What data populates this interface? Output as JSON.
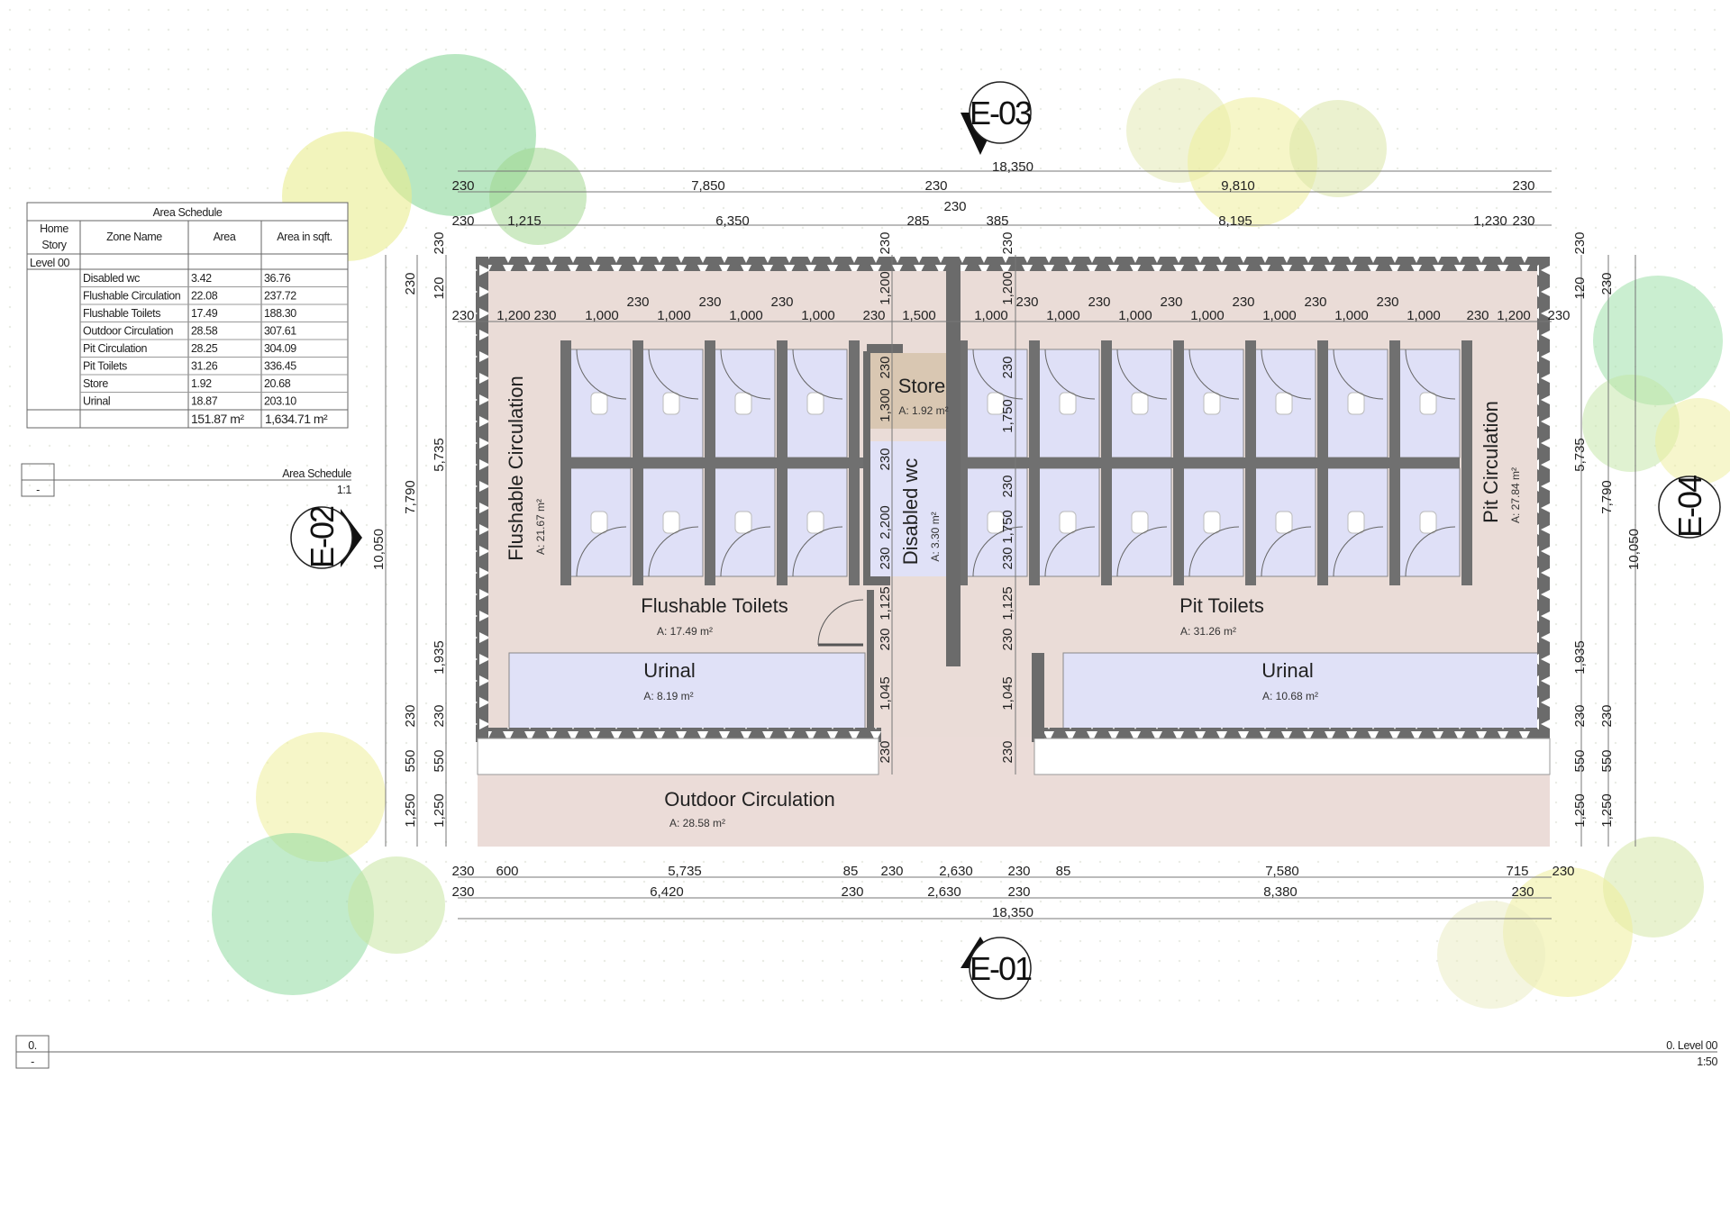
{
  "area_schedule": {
    "title": "Area Schedule",
    "headers": [
      "Home Story",
      "Zone Name",
      "Area",
      "Area in sqft."
    ],
    "level": "Level 00",
    "rows": [
      {
        "zone": "Disabled wc",
        "area": "3.42",
        "sqft": "36.76"
      },
      {
        "zone": "Flushable Circulation",
        "area": "22.08",
        "sqft": "237.72"
      },
      {
        "zone": "Flushable Toilets",
        "area": "17.49",
        "sqft": "188.30"
      },
      {
        "zone": "Outdoor Circulation",
        "area": "28.58",
        "sqft": "307.61"
      },
      {
        "zone": "Pit Circulation",
        "area": "28.25",
        "sqft": "304.09"
      },
      {
        "zone": "Pit Toilets",
        "area": "31.26",
        "sqft": "336.45"
      },
      {
        "zone": "Store",
        "area": "1.92",
        "sqft": "20.68"
      },
      {
        "zone": "Urinal",
        "area": "18.87",
        "sqft": "203.10"
      }
    ],
    "total_area": "151.87 m²",
    "total_sqft": "1,634.71 m²"
  },
  "schedule_caption": {
    "title": "Area Schedule",
    "scale": "1:1",
    "id": "-"
  },
  "sheet_caption": {
    "number": "0.",
    "id": "-",
    "title": "0. Level 00",
    "scale": "1:50"
  },
  "elevation_marks": {
    "top": "E-03",
    "bottom": "E-01",
    "left": "E-02",
    "right": "E-04"
  },
  "rooms": {
    "flush_circ": {
      "name": "Flushable Circulation",
      "area": "A: 21.67 m²"
    },
    "pit_circ": {
      "name": "Pit Circulation",
      "area": "A: 27.84 m²"
    },
    "store": {
      "name": "Store",
      "area": "A: 1.92 m²"
    },
    "disabled": {
      "name": "Disabled wc",
      "area": "A: 3.30 m²"
    },
    "flush_toilets": {
      "name": "Flushable Toilets",
      "area": "A: 17.49 m²"
    },
    "pit_toilets": {
      "name": "Pit Toilets",
      "area": "A: 31.26 m²"
    },
    "urinal_left": {
      "name": "Urinal",
      "area": "A: 8.19 m²"
    },
    "urinal_right": {
      "name": "Urinal",
      "area": "A: 10.68 m²"
    },
    "outdoor": {
      "name": "Outdoor Circulation",
      "area": "A: 28.58 m²"
    }
  },
  "dimensions": {
    "top_total": "18,350",
    "top_row1": [
      "230",
      "7,850",
      "230",
      "9,810",
      "230"
    ],
    "top_mid": "230",
    "top_row2": [
      "230",
      "1,215",
      "6,350",
      "285",
      "385",
      "8,195",
      "1,230",
      "230"
    ],
    "inner_row": [
      "230",
      "1,200",
      "230",
      "1,000",
      "1,000",
      "1,000",
      "1,000",
      "230",
      "1,500",
      "1,000",
      "1,000",
      "1,000",
      "1,000",
      "1,000",
      "1,000",
      "1,000",
      "230",
      "1,200",
      "230"
    ],
    "inner_walls": [
      "230",
      "230",
      "230",
      "230",
      "230",
      "230",
      "230",
      "230",
      "230"
    ],
    "bottom_row1": [
      "230",
      "600",
      "5,735",
      "85",
      "230",
      "2,630",
      "230",
      "85",
      "7,580",
      "715",
      "230"
    ],
    "bottom_row2": [
      "230",
      "6,420",
      "230",
      "2,630",
      "230",
      "8,380",
      "230"
    ],
    "bottom_total": "18,350",
    "left_outer": "10,050",
    "left_mid": "7,790",
    "left_row": [
      "230",
      "120",
      "5,735",
      "1,935",
      "230",
      "550",
      "1,250"
    ],
    "left_col1": [
      "230",
      "230",
      "550",
      "1,250"
    ],
    "right_outer": "10,050",
    "right_mid": "7,790",
    "right_row": [
      "230",
      "120",
      "5,735",
      "1,935",
      "230",
      "550",
      "1,250"
    ],
    "right_col1": [
      "230",
      "230",
      "550",
      "1,250"
    ],
    "vert_left_core": [
      "230",
      "1,200",
      "230",
      "1,300",
      "230",
      "2,200",
      "230",
      "1,125",
      "230",
      "1,045",
      "230"
    ],
    "vert_right_core": [
      "230",
      "1,200",
      "230",
      "1,750",
      "230",
      "1,750",
      "230",
      "1,125",
      "230",
      "1,045",
      "230"
    ]
  }
}
